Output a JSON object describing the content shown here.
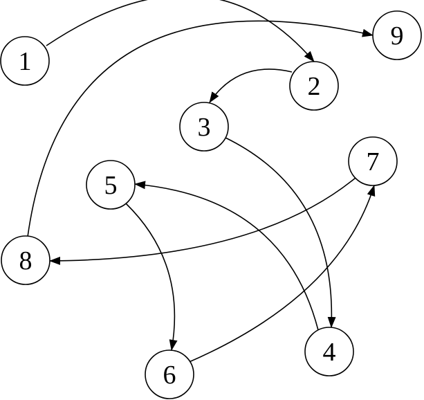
{
  "diagram": {
    "type": "directed-graph",
    "colors": {
      "background": "#ffffff",
      "stroke": "#000000",
      "label": "#000000"
    },
    "nodes": [
      {
        "id": "1",
        "label": "1"
      },
      {
        "id": "2",
        "label": "2"
      },
      {
        "id": "3",
        "label": "3"
      },
      {
        "id": "4",
        "label": "4"
      },
      {
        "id": "5",
        "label": "5"
      },
      {
        "id": "6",
        "label": "6"
      },
      {
        "id": "7",
        "label": "7"
      },
      {
        "id": "8",
        "label": "8"
      },
      {
        "id": "9",
        "label": "9"
      }
    ],
    "edges": [
      {
        "from": "1",
        "to": "2"
      },
      {
        "from": "2",
        "to": "3"
      },
      {
        "from": "3",
        "to": "4"
      },
      {
        "from": "4",
        "to": "5"
      },
      {
        "from": "5",
        "to": "6"
      },
      {
        "from": "6",
        "to": "7"
      },
      {
        "from": "7",
        "to": "8"
      },
      {
        "from": "8",
        "to": "9"
      }
    ]
  }
}
